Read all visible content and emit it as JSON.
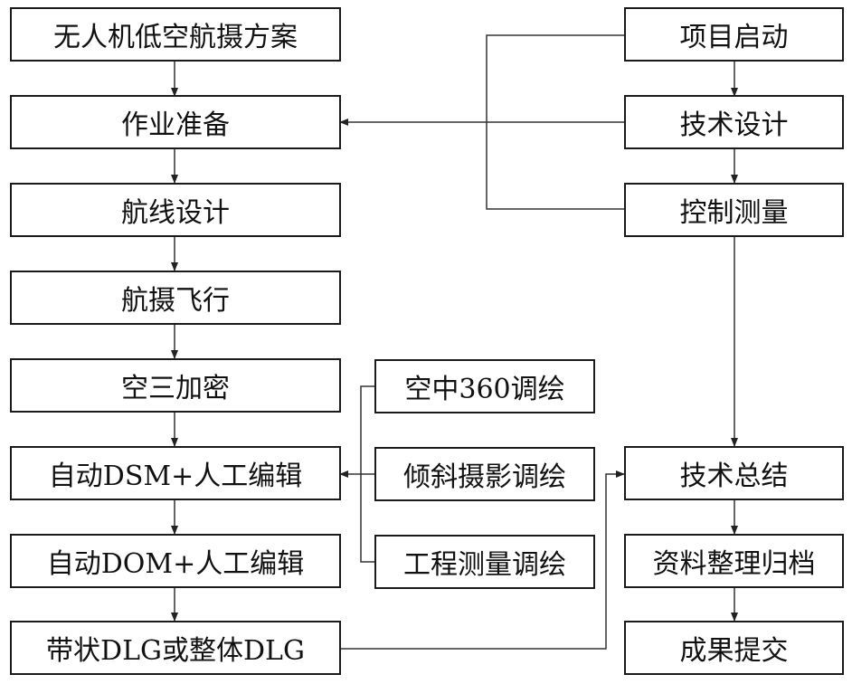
{
  "nodes": {
    "uav_plan": "无人机低空航摄方案",
    "work_prep": "作业准备",
    "route_design": "航线设计",
    "aerial_flight": "航摄飞行",
    "aerotriangulation": "空三加密",
    "auto_dsm": "自动DSM+人工编辑",
    "auto_dom": "自动DOM+人工编辑",
    "dlg": "带状DLG或整体DLG",
    "air_360": "空中360调绘",
    "oblique": "倾斜摄影调绘",
    "eng_survey": "工程测量调绘",
    "project_start": "项目启动",
    "tech_design": "技术设计",
    "control_survey": "控制测量",
    "tech_summary": "技术总结",
    "data_archive": "资料整理归档",
    "deliver": "成果提交"
  },
  "edges": [
    {
      "from": "uav_plan",
      "to": "work_prep"
    },
    {
      "from": "work_prep",
      "to": "route_design"
    },
    {
      "from": "route_design",
      "to": "aerial_flight"
    },
    {
      "from": "aerial_flight",
      "to": "aerotriangulation"
    },
    {
      "from": "aerotriangulation",
      "to": "auto_dsm"
    },
    {
      "from": "auto_dsm",
      "to": "auto_dom"
    },
    {
      "from": "auto_dom",
      "to": "dlg"
    },
    {
      "from": "tech_design",
      "to": "work_prep"
    },
    {
      "from": "project_start",
      "to": "tech_design"
    },
    {
      "from": "tech_design",
      "to": "control_survey"
    },
    {
      "from": "control_survey",
      "to": "tech_summary"
    },
    {
      "from": "tech_summary",
      "to": "data_archive"
    },
    {
      "from": "data_archive",
      "to": "deliver"
    },
    {
      "from": "air_360",
      "to": "auto_dsm"
    },
    {
      "from": "oblique",
      "to": "auto_dsm"
    },
    {
      "from": "eng_survey",
      "to": "auto_dsm"
    },
    {
      "from": "dlg",
      "to": "tech_summary"
    }
  ]
}
